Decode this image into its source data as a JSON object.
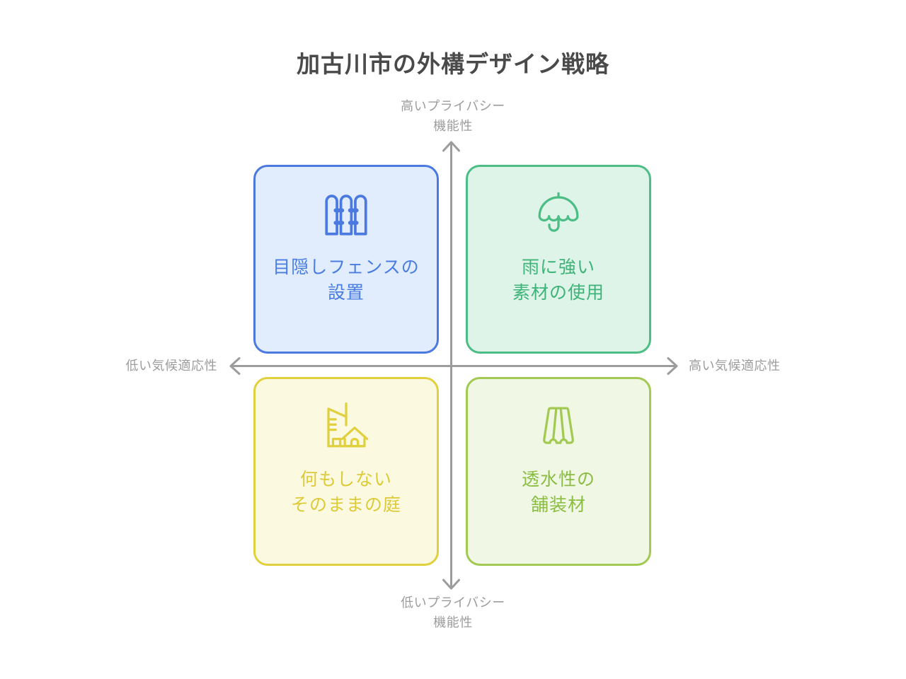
{
  "title": "加古川市の外構デザイン戦略",
  "title_color": "#4a4a4a",
  "axes": {
    "color": "#9c9c9c",
    "top": {
      "lines": [
        "高いプライバシー",
        "機能性"
      ]
    },
    "bottom": {
      "lines": [
        "低いプライバシー",
        "機能性"
      ]
    },
    "left": {
      "label": "低い気候適応性"
    },
    "right": {
      "label": "高い気候適応性"
    }
  },
  "quadrants": {
    "top_left": {
      "lines": [
        "目隠しフェンスの",
        "設置"
      ],
      "icon": "fence-icon",
      "fill": "#e1ecfc",
      "border": "#4a79e0",
      "text": "#4a7de2"
    },
    "top_right": {
      "lines": [
        "雨に強い",
        "素材の使用"
      ],
      "icon": "umbrella-icon",
      "fill": "#def4e9",
      "border": "#4cbe85",
      "text": "#3eb378"
    },
    "bottom_left": {
      "lines": [
        "何もしない",
        "そのままの庭"
      ],
      "icon": "building-and-house-icon",
      "fill": "#fcf9e1",
      "border": "#e1d03e",
      "text": "#ddca39"
    },
    "bottom_right": {
      "lines": [
        "透水性の",
        "舗装材"
      ],
      "icon": "skirt-icon",
      "fill": "#f0f7e4",
      "border": "#a2ca52",
      "text": "#8abd42"
    }
  }
}
